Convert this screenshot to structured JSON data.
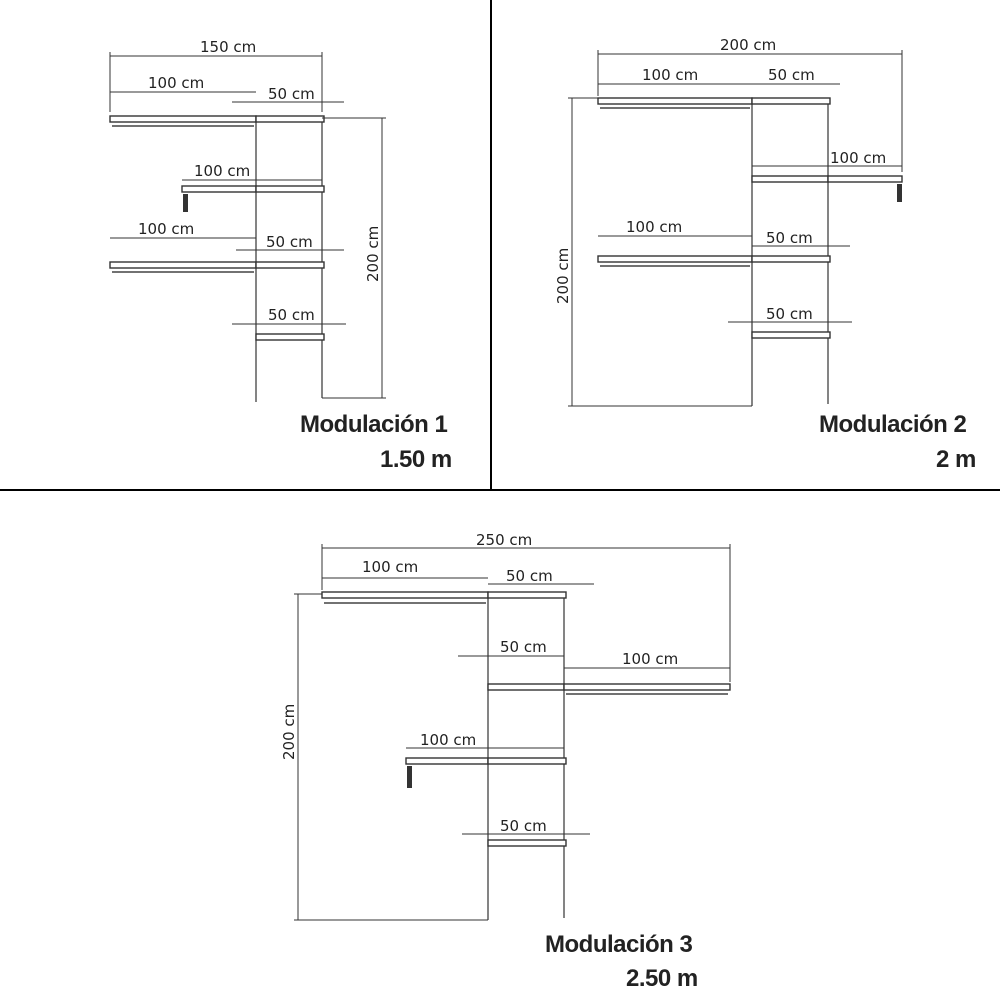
{
  "panels": [
    {
      "title": "Modulación 1",
      "size": "1.50 m",
      "dimensions": {
        "total": "150 cm",
        "height": "200 cm",
        "labels": [
          "100 cm",
          "50 cm",
          "100 cm",
          "100 cm",
          "50 cm",
          "50 cm"
        ]
      }
    },
    {
      "title": "Modulación 2",
      "size": "2 m",
      "dimensions": {
        "total": "200 cm",
        "height": "200 cm",
        "labels": [
          "100 cm",
          "50 cm",
          "100 cm",
          "100 cm",
          "50 cm",
          "50 cm"
        ]
      }
    },
    {
      "title": "Modulación 3",
      "size": "2.50 m",
      "dimensions": {
        "total": "250 cm",
        "height": "200 cm",
        "labels": [
          "100  cm",
          "50 cm",
          "50 cm",
          "100 cm",
          "100 cm",
          "50 cm"
        ]
      }
    }
  ]
}
